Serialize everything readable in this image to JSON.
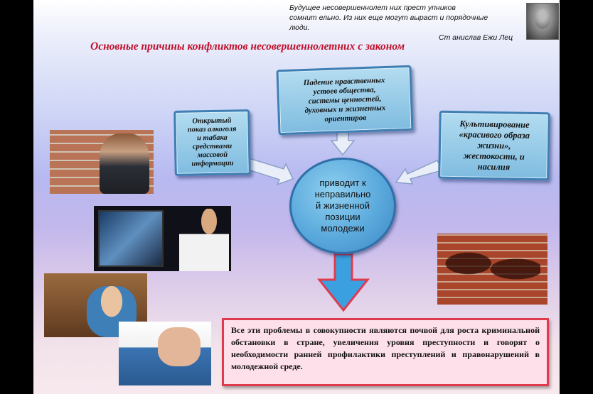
{
  "quote": {
    "lines": [
      "Будущее несовершеннолет них прест упников",
      "сомнит ельно. Из них еще могут  выраст и порядочные",
      "люди."
    ],
    "author": "Ст анислав Ежи Лец"
  },
  "title": "Основные причины конфликтов несовершеннолетних с законом",
  "causes": {
    "left": [
      "Открытый",
      "показ алкоголя",
      "и табака",
      "средствами",
      "массовой",
      "информации"
    ],
    "center": [
      "Падение нравственных",
      "устоев общества,",
      "системы ценностей,",
      "духовных и жизненных",
      "ориентиров"
    ],
    "right": [
      "Культивирование",
      "«красивого образа",
      "жизни»,",
      "жестокости, и",
      "насилия"
    ]
  },
  "result": [
    "приводит к",
    "неправильно",
    "й жизненной",
    "позиции",
    "молодежи"
  ],
  "conclusion": "Все эти проблемы в совокупности являются почвой для роста криминальной обстановки в стране, увеличения уровня преступности и говорят о необходимости ранней профилактики преступлений и правонарушений в молодежной среде.",
  "colors": {
    "title": "#c0102a",
    "box_border": "#3f7fb3",
    "box_fill": "#8fc6e6",
    "down_arrow": "#3aa0e0",
    "conclusion_border": "#e03a4e"
  }
}
